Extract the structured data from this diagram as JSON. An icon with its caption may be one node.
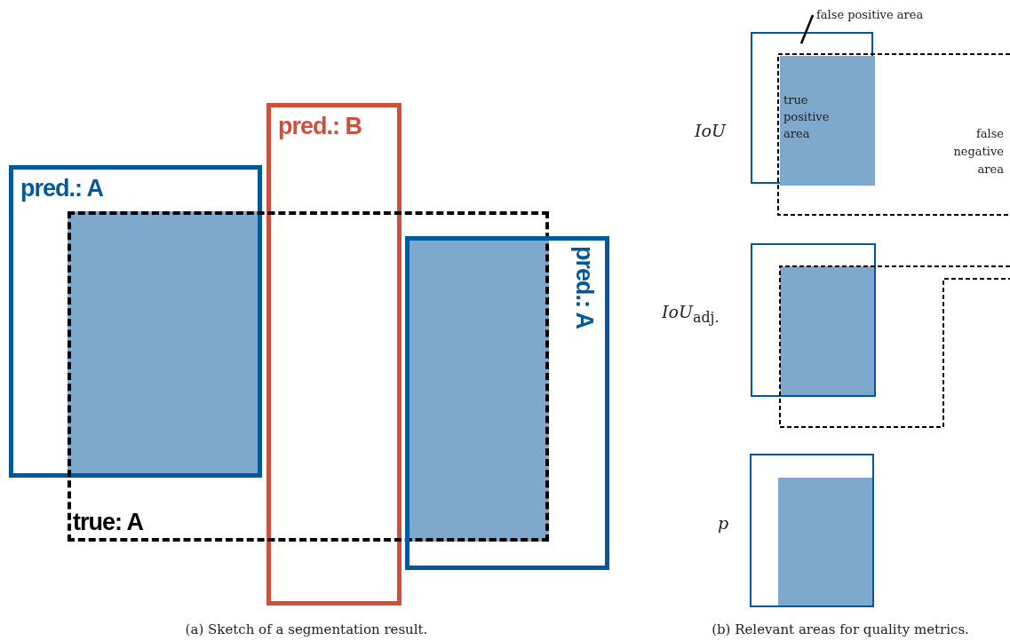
{
  "diagram": {
    "nodes": [
      {
        "text": [
          "pred.: A"
        ]
      },
      {
        "text": [
          "pred.: B"
        ]
      },
      {
        "text": [
          "true: A"
        ]
      },
      {
        "text": [
          "pred.: A"
        ]
      },
      {
        "text": [
          "false positive area"
        ]
      },
      {
        "text": [],
        "shape": "box"
      },
      {
        "text": [
          "true positive area"
        ],
        "in": 5
      },
      {
        "text": [],
        "shape": "box"
      },
      {
        "text": [],
        "shape": "box"
      },
      {
        "text": [],
        "shape": "box"
      },
      {
        "text": [],
        "shape": "box"
      }
    ],
    "edges": [
      {
        "from": 4,
        "to": 5,
        "arrow": "none"
      }
    ],
    "labels": [
      "false negative area",
      "*IoU*",
      "*IoU*$_{adj.}$",
      "*p*",
      "(a) Sketch of a segmentation result.",
      "(b) Relevant areas for quality metrics."
    ]
  }
}
